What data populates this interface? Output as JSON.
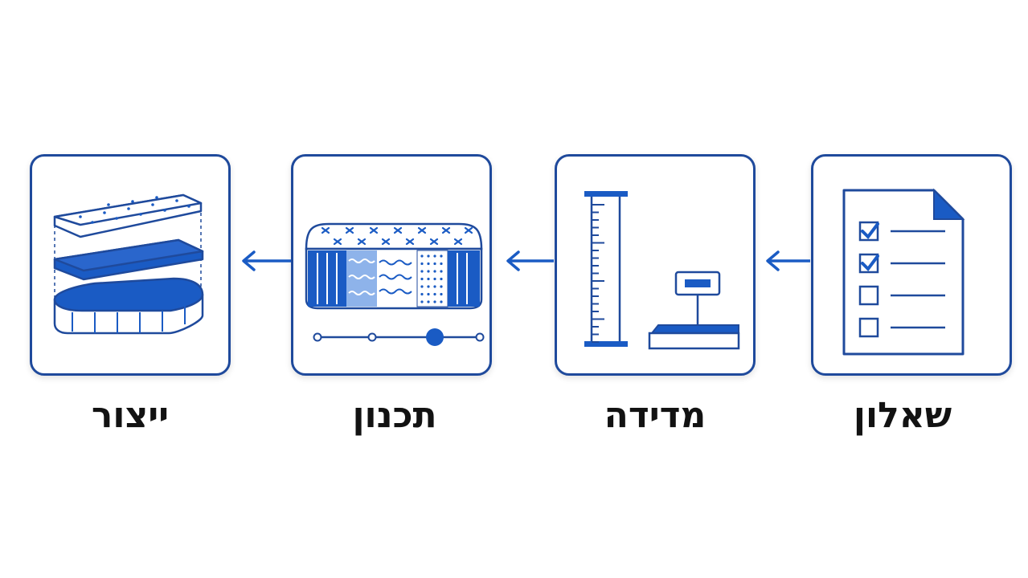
{
  "steps": [
    {
      "id": "questionnaire",
      "label": "שאלון",
      "icon": "questionnaire-checklist-icon"
    },
    {
      "id": "measurement",
      "label": "מדידה",
      "icon": "ruler-and-scale-icon"
    },
    {
      "id": "design",
      "label": "תכנון",
      "icon": "mattress-layers-slider-icon"
    },
    {
      "id": "production",
      "label": "ייצור",
      "icon": "exploded-mattress-layers-icon"
    }
  ],
  "colors": {
    "primary": "#1f4a9c",
    "accent": "#1a5bc4",
    "light": "#8eb3ea",
    "text": "#121212"
  }
}
